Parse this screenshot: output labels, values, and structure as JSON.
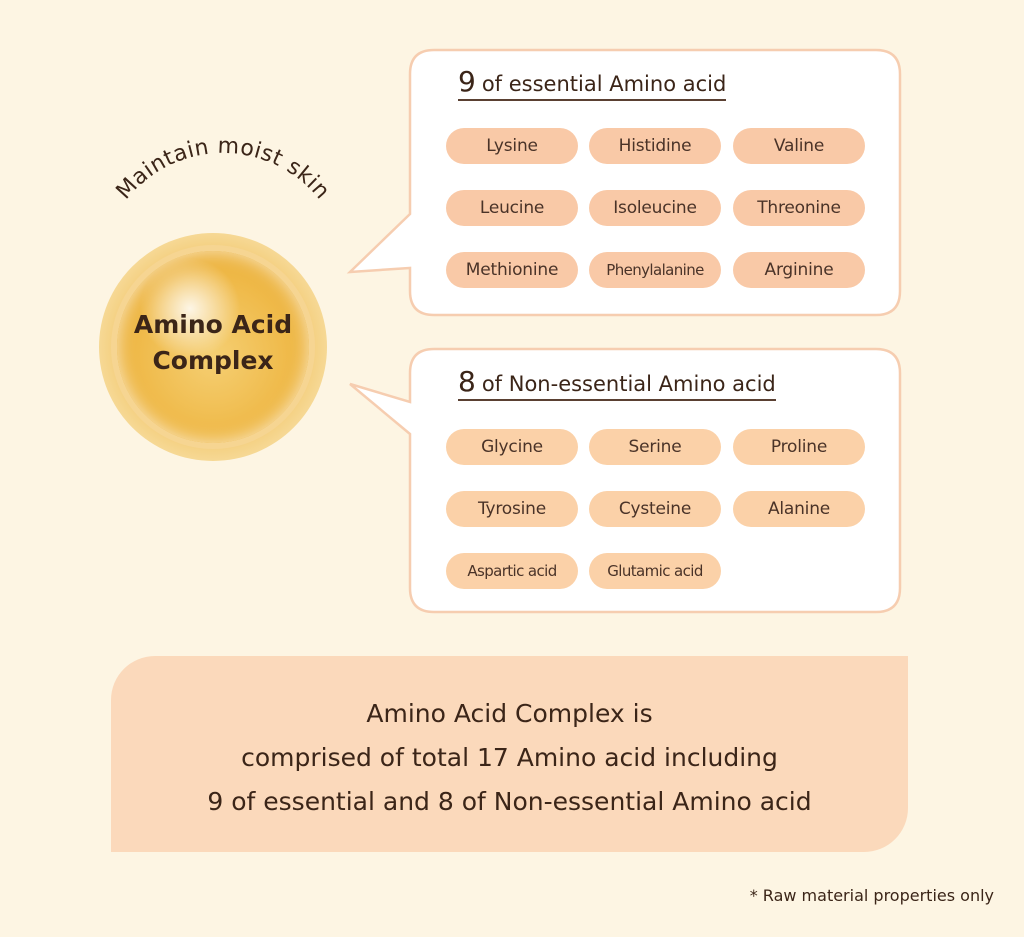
{
  "arc_text": "Maintain moist skin",
  "sphere": {
    "title": "Amino Acid\nComplex"
  },
  "essential": {
    "count": "9",
    "title": "of essential Amino acid",
    "items": [
      "Lysine",
      "Histidine",
      "Valine",
      "Leucine",
      "Isoleucine",
      "Threonine",
      "Methionine",
      "Phenylalanine",
      "Arginine"
    ]
  },
  "non_essential": {
    "count": "8",
    "title": "of Non-essential Amino acid",
    "items": [
      "Glycine",
      "Serine",
      "Proline",
      "Tyrosine",
      "Cysteine",
      "Alanine",
      "Aspartic acid",
      "Glutamic acid"
    ]
  },
  "summary": {
    "text": "Amino Acid Complex is\ncomprised of total 17 Amino acid including\n9 of essential and 8 of Non-essential Amino acid"
  },
  "footnote": "* Raw material properties only",
  "colors": {
    "background": "#fdf5e3",
    "essential_pill": "#f9c9a7",
    "non_essential_pill": "#fbd1a8",
    "bubble_border": "#f6cdb0",
    "summary_box": "#fbd9bb",
    "sphere_gold": "#efb948"
  }
}
